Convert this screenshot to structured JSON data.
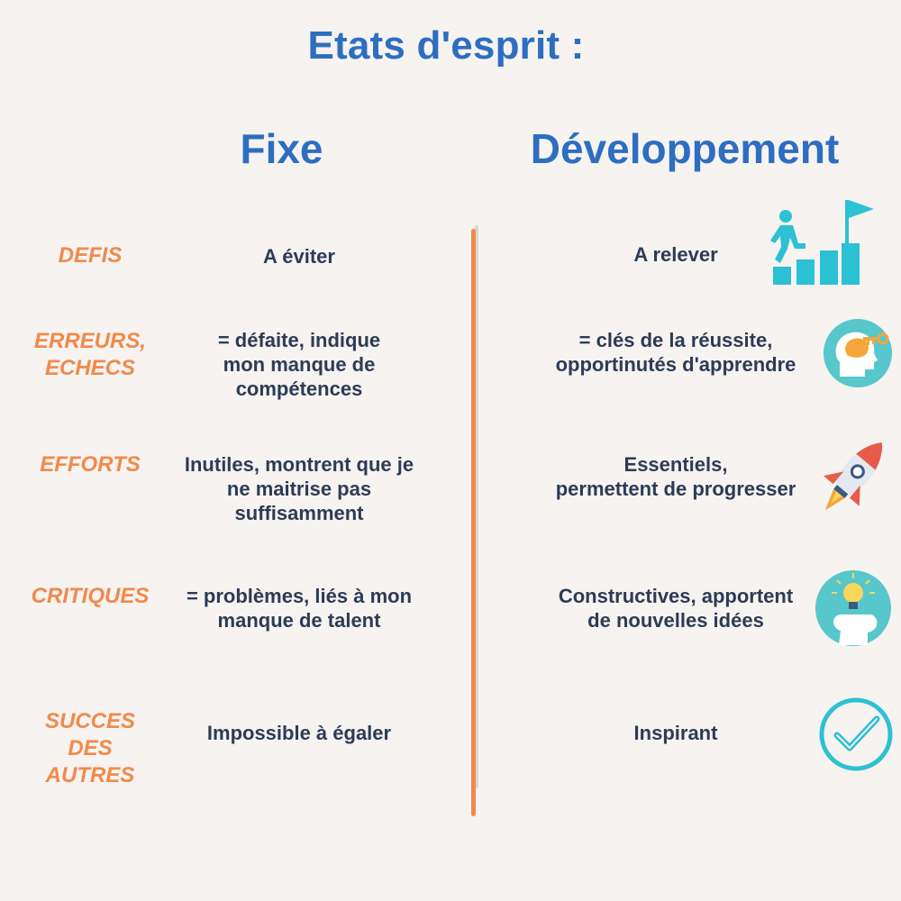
{
  "title": "Etats d'esprit :",
  "columns": {
    "fixe": "Fixe",
    "developpement": "Développement"
  },
  "rows": [
    {
      "label": "DEFIS",
      "fixe": "A éviter",
      "developpement": "A relever",
      "icon": "stairs-flag-icon"
    },
    {
      "label": "ERREURS,\nECHECS",
      "fixe": "= défaite, indique\nmon manque de\ncompétences",
      "developpement": "= clés de la réussite,\nopportinutés d'apprendre",
      "icon": "head-key-icon"
    },
    {
      "label": "EFFORTS",
      "fixe": "Inutiles, montrent que je\nne maitrise pas\nsuffisamment",
      "developpement": "Essentiels,\npermettent de progresser",
      "icon": "rocket-icon"
    },
    {
      "label": "CRITIQUES",
      "fixe": "= problèmes, liés à mon\nmanque de talent",
      "developpement": "Constructives, apportent\nde nouvelles idées",
      "icon": "head-lightbulb-icon"
    },
    {
      "label": "SUCCES\nDES\nAUTRES",
      "fixe": "Impossible à égaler",
      "developpement": "Inspirant",
      "icon": "checkmark-circle-icon"
    }
  ],
  "colors": {
    "title_blue": "#2e6ec0",
    "label_orange": "#f08a4b",
    "text_navy": "#2d3b55",
    "icon_teal": "#2cc1d3",
    "background": "#f6f3f1"
  }
}
